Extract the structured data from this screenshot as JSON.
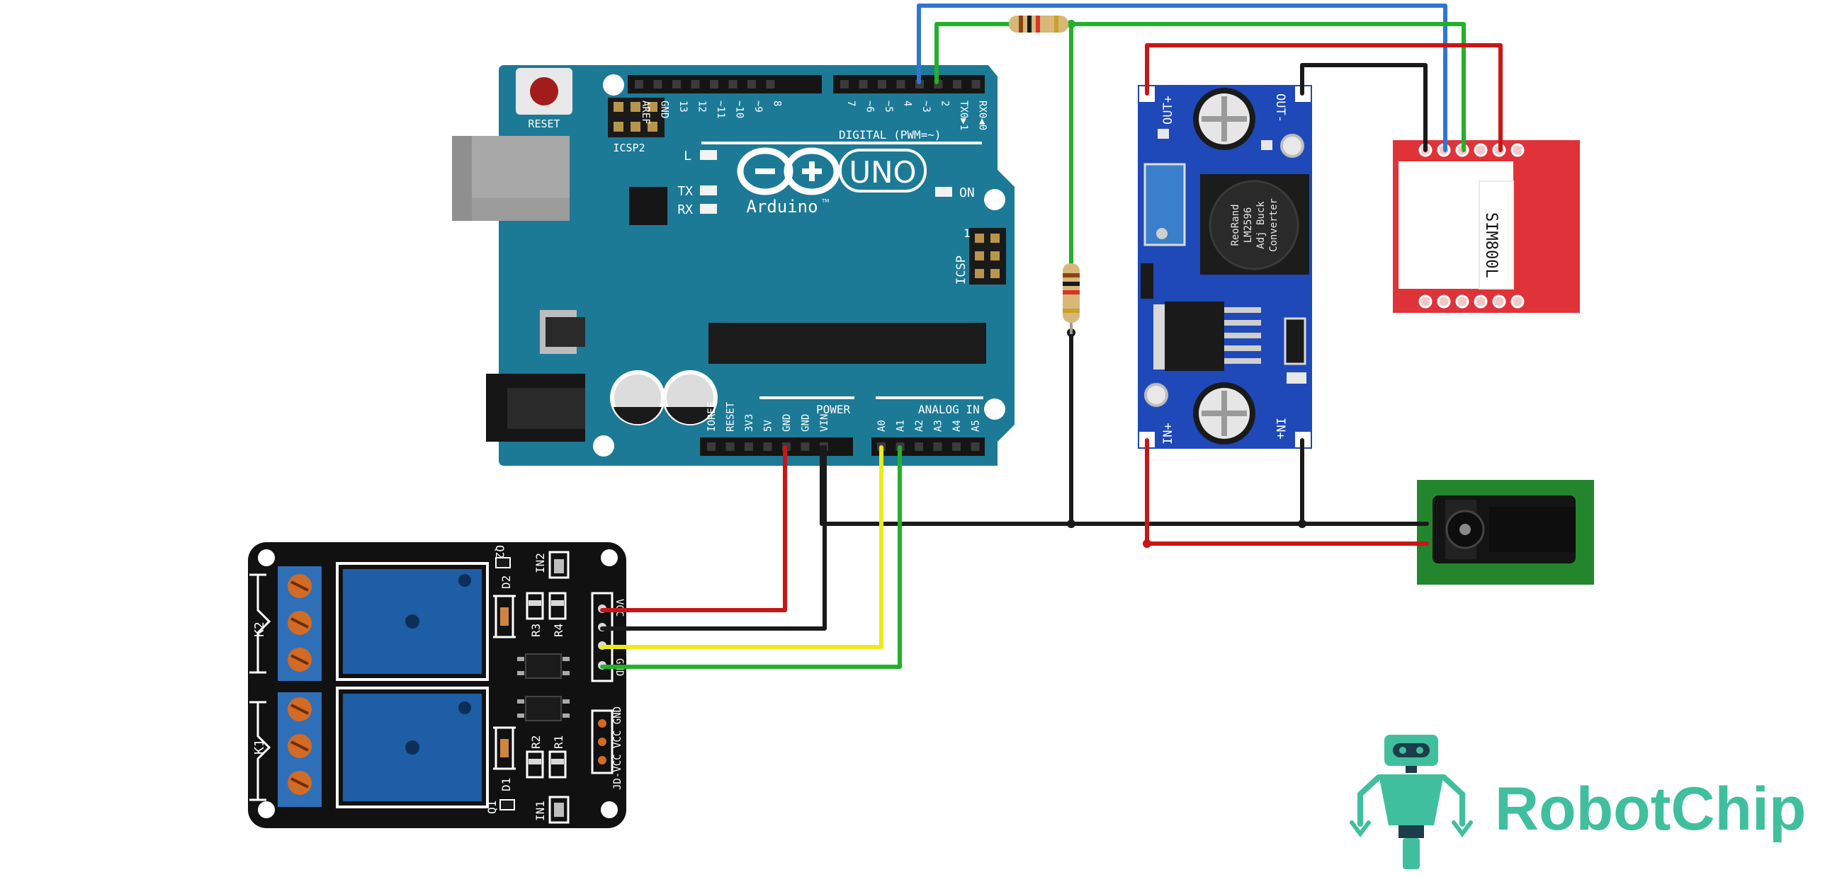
{
  "arduino": {
    "reset_label": "RESET",
    "icsp2_label": "ICSP2",
    "icsp_label": "ICSP",
    "icsp_pin1": "1",
    "digital_label": "DIGITAL (PWM=~)",
    "brand_uno": "UNO",
    "brand_name": "Arduino",
    "tm": "TM",
    "led_l": "L",
    "led_tx": "TX",
    "led_rx": "RX",
    "led_on": "ON",
    "power_label": "POWER",
    "analog_label": "ANALOG IN",
    "top_left_pins": [
      "AREF",
      "GND",
      "13",
      "12",
      "~11",
      "~10",
      "~9",
      "8"
    ],
    "top_right_pins": [
      "7",
      "~6",
      "~5",
      "4",
      "~3",
      "2",
      "TX0▶1",
      "RX0◀0"
    ],
    "power_pins": [
      "IOREF",
      "RESET",
      "3V3",
      "5V",
      "GND",
      "GND",
      "VIN"
    ],
    "analog_pins": [
      "A0",
      "A1",
      "A2",
      "A3",
      "A4",
      "A5"
    ]
  },
  "buck": {
    "out_plus": "OUT+",
    "out_minus": "OUT-",
    "in_plus_left": "IN+",
    "in_plus_right": "IN+",
    "ic_line1": "ReoRand",
    "ic_line2": "LM2596",
    "ic_line3": "Adj Buck",
    "ic_line4": "Converter"
  },
  "sim": {
    "label": "SIM800L"
  },
  "relay": {
    "k2": "K2",
    "k1": "K1",
    "q2": "Q2",
    "q1": "Q1",
    "d2": "D2",
    "d1": "D1",
    "in2": "IN2",
    "in1": "IN1",
    "r3": "R3",
    "r4": "R4",
    "r2": "R2",
    "r1": "R1",
    "header_label": "JD-VCC VCC GND",
    "vcc": "VCC",
    "gnd": "GND"
  },
  "logo": {
    "brand": "RobotChip"
  },
  "colors": {
    "arduino_board": "#1c7a96",
    "buck_board": "#1f49b8",
    "sim_board": "#e03239",
    "relay_board": "#111111",
    "jack_board": "#24862c",
    "wire_red": "#c81616",
    "wire_black": "#1a1a1a",
    "wire_green": "#23b02a",
    "wire_blue": "#2f76d2",
    "wire_yellow": "#ecea1c",
    "logo_teal": "#40bf9e"
  }
}
